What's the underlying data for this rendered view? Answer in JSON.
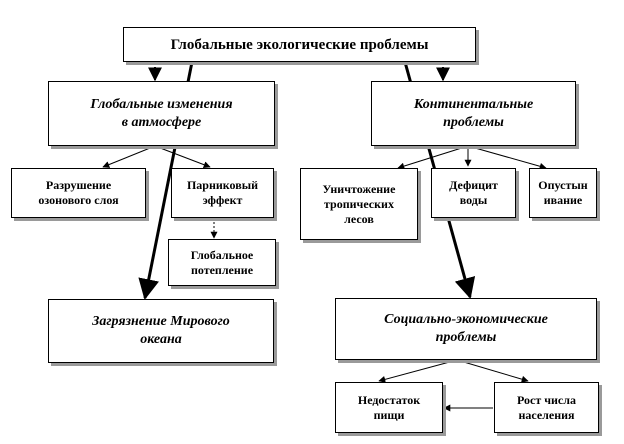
{
  "diagram": {
    "root": "Глобальные экологические проблемы",
    "atmosphere": "Глобальные изменения\nв атмосфере",
    "continental": "Континентальные\nпроблемы",
    "ozone": "Разрушение\nозонового слоя",
    "greenhouse": "Парниковый\nэффект",
    "warming": "Глобальное\nпотепление",
    "ocean": "Загрязнение Мирового\nокеана",
    "forests": "Уничтожение\nтропических\nлесов",
    "water": "Дефицит\nводы",
    "desert": "Опустын\nивание",
    "social": "Социально-экономические\nпроблемы",
    "food": "Недостаток\nпищи",
    "population": "Рост числа\nнаселения"
  },
  "colors": {
    "border": "#000000",
    "shadow": "#9a9a9a",
    "line": "#000000"
  }
}
